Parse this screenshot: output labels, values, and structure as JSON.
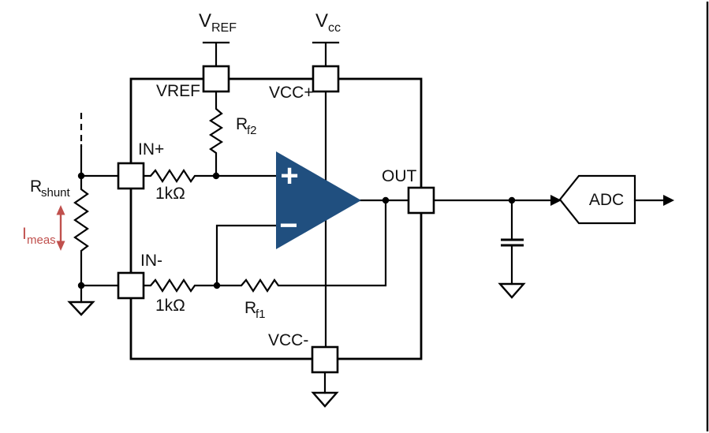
{
  "colors": {
    "opamp-blue": "#204F7F",
    "accent-red": "#C0504D",
    "line": "#000000",
    "background": "#FFFFFF"
  },
  "labels": {
    "supply_vref": {
      "main": "V",
      "sub": "REF"
    },
    "supply_vcc": {
      "main": "V",
      "sub": "cc"
    },
    "pin_vref": "VREF",
    "pin_vcc_plus": "VCC+",
    "pin_vcc_minus": "VCC-",
    "pin_in_plus": "IN+",
    "pin_in_minus": "IN-",
    "pin_out": "OUT",
    "r_f2": {
      "main": "R",
      "sub": "f2"
    },
    "r_f1": {
      "main": "R",
      "sub": "f1"
    },
    "r_shunt": {
      "main": "R",
      "sub": "shunt"
    },
    "i_meas": {
      "main": "I",
      "sub": "meas"
    },
    "r_in_plus": "1kΩ",
    "r_in_minus": "1kΩ",
    "adc": "ADC",
    "opamp_plus": "+",
    "opamp_minus": "−"
  }
}
